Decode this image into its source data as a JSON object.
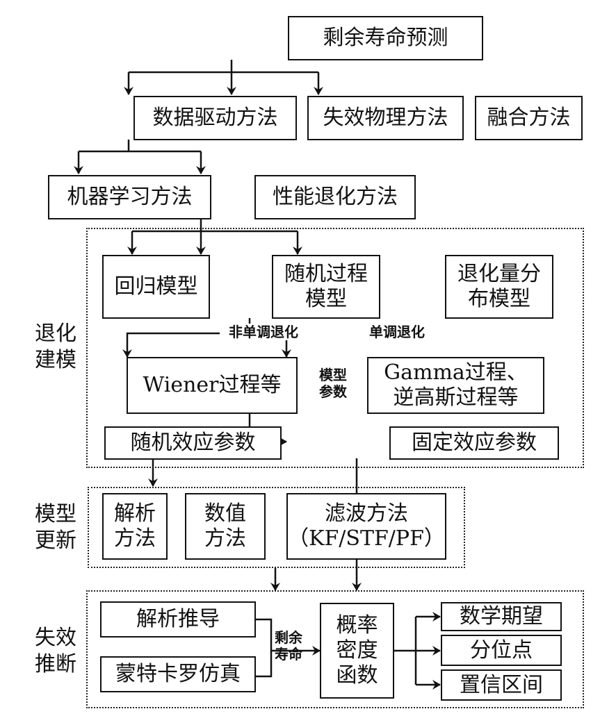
{
  "diagram": {
    "root": "剩余寿命预测",
    "level1": [
      "数据驱动方法",
      "失效物理方法",
      "融合方法"
    ],
    "level2": [
      "机器学习方法",
      "性能退化方法"
    ],
    "groups": {
      "degradation_modeling": {
        "label": "退化\n建模",
        "models": [
          "回归模型",
          "随机过程\n模型",
          "退化量分\n布模型"
        ],
        "branch_labels": {
          "non_monotonic": "非单调退化",
          "monotonic": "单调退化"
        },
        "processes": [
          "Wiener过程等",
          "Gamma过程、\n逆高斯过程等"
        ],
        "model_params_label": "模型\n参数",
        "params": [
          "随机效应参数",
          "固定效应参数"
        ]
      },
      "model_update": {
        "label": "模型\n更新",
        "methods": [
          "解析\n方法",
          "数值\n方法",
          "滤波方法\n（KF/STF/PF）"
        ]
      },
      "failure_inference": {
        "label": "失效\n推断",
        "approaches": [
          "解析推导",
          "蒙特卡罗仿真"
        ],
        "rul_label": "剩余\n寿命",
        "pdf": "概率\n密度\n函数",
        "outputs": [
          "数学期望",
          "分位点",
          "置信区间"
        ]
      }
    }
  }
}
